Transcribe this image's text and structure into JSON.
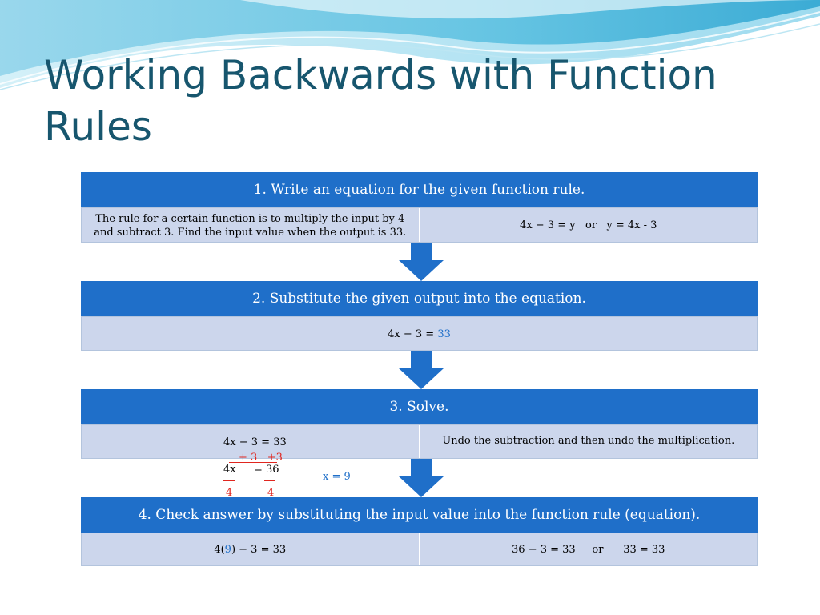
{
  "slide": {
    "title": "Working Backwards with Function Rules"
  },
  "step1": {
    "header": "1. Write an equation for the given function rule.",
    "problem_line1": "The rule for a certain function is to multiply the input by 4",
    "problem_line2": "and subtract 3.  Find the input value when the output is 33.",
    "equation": "4x − 3 = y   or   y = 4x - 3"
  },
  "step2": {
    "header": "2. Substitute the given output into the equation.",
    "equation_prefix": "4x − 3 = ",
    "output_value": "33"
  },
  "step3": {
    "header": "3. Solve.",
    "line1": "4x − 3 = 33",
    "add_line": "+ 3   +3",
    "line2_left": "4x",
    "line2_right": "= 36",
    "divisor_left": "4",
    "divisor_right": "4",
    "solution": "x = 9",
    "explanation": "Undo the subtraction and then undo the multiplication."
  },
  "step4": {
    "header": "4. Check answer by substituting the input value into the function rule (equation).",
    "check_prefix": "4(",
    "check_value": "9",
    "check_suffix": ") − 3 = 33",
    "result": "36 − 3 = 33     or      33 = 33"
  },
  "colors": {
    "header_blue": "#1f6fc9",
    "cell_blue": "#ccd6ec",
    "title_teal": "#17566e",
    "highlight_blue": "#1f6fc9",
    "highlight_red": "#e0261f"
  },
  "icons": [
    "down-arrow-icon"
  ]
}
